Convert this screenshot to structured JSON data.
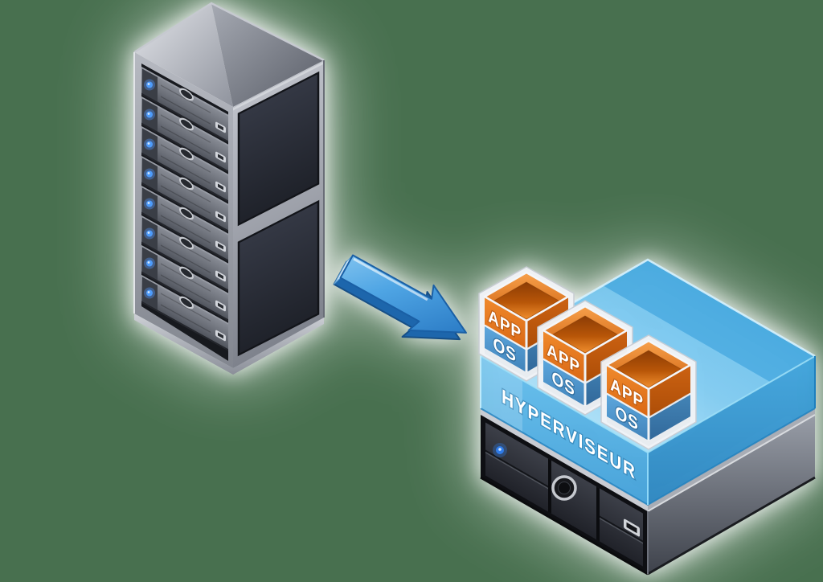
{
  "scene": {
    "background_color": "#48704F",
    "glow_color": "#FFFFFF"
  },
  "server_rack": {
    "icon": "rack-server-icon",
    "drive_bay_count": 8,
    "led_color": "#4D9BFA"
  },
  "arrow": {
    "icon": "migration-arrow-icon",
    "top_color": "#4FA5E4",
    "side_color": "#1D66AC"
  },
  "host_server": {
    "icon": "physical-server-icon",
    "led_color": "#2F7BE8"
  },
  "hypervisor": {
    "label": "HYPERVISEUR",
    "surface_color": "#58B6E8"
  },
  "vms": [
    {
      "app_label": "APP",
      "os_label": "OS"
    },
    {
      "app_label": "APP",
      "os_label": "OS"
    },
    {
      "app_label": "APP",
      "os_label": "OS"
    }
  ]
}
